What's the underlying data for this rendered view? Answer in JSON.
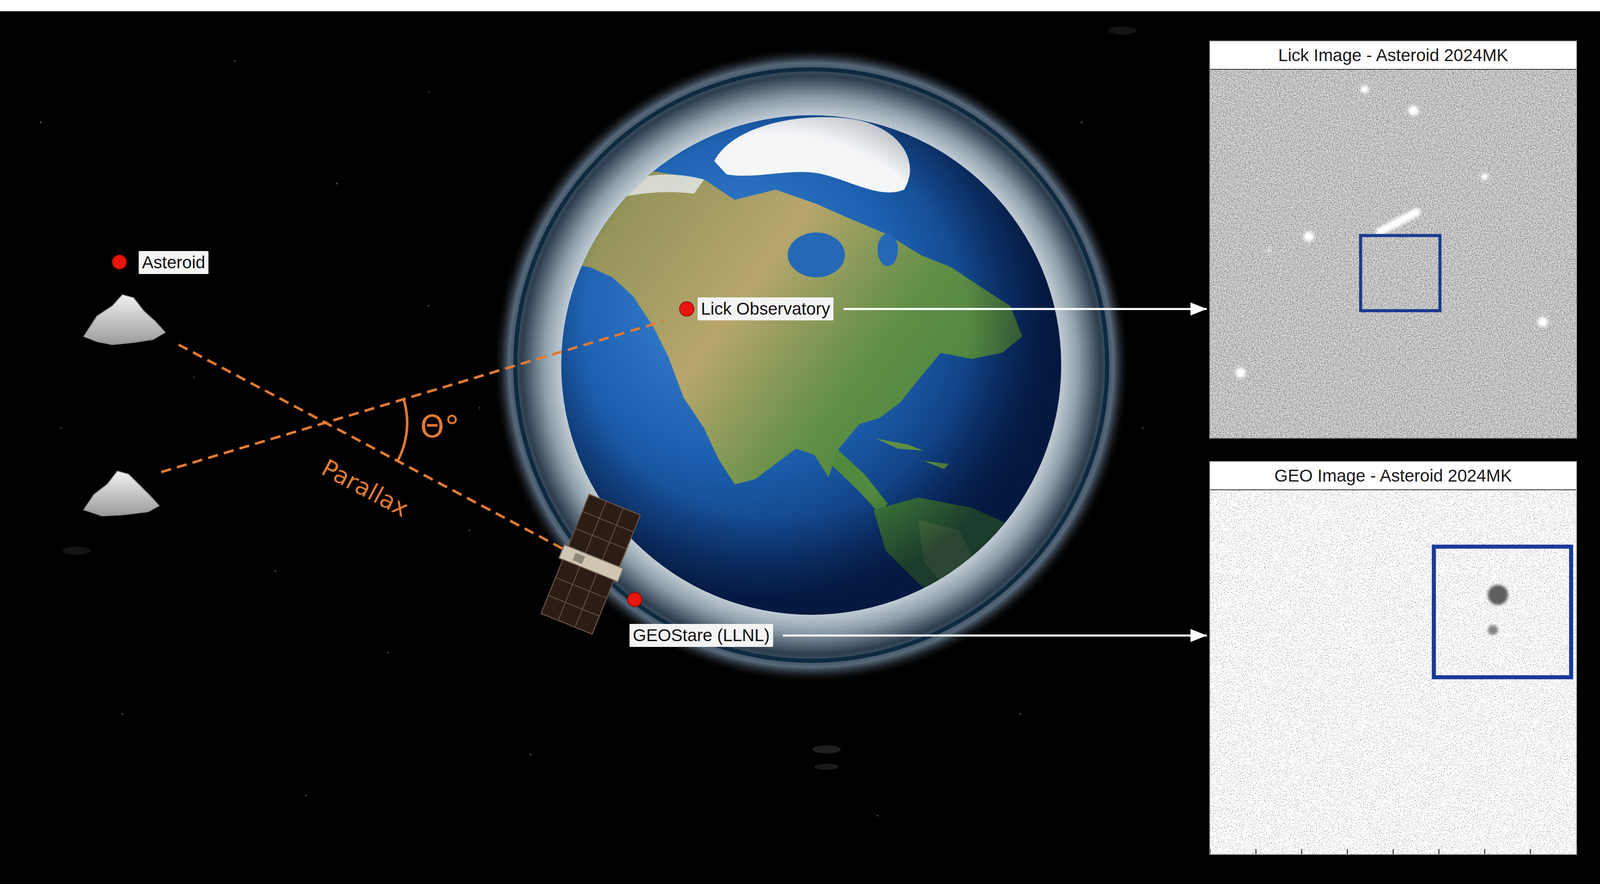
{
  "diagram": {
    "nodes": [
      {
        "text": [
          "Asteroid"
        ]
      },
      {
        "text": [
          "Lick Observatory"
        ]
      },
      {
        "text": [
          "GEOStare (LLNL)"
        ]
      },
      {
        "text": [
          "Lick Image - Asteroid 2024MK"
        ]
      },
      {
        "text": [
          "GEO Image - Asteroid 2024MK"
        ]
      }
    ],
    "edges": [
      {
        "from": 1,
        "to": 3,
        "arrow": "to"
      },
      {
        "from": 2,
        "to": 4,
        "arrow": "to"
      }
    ],
    "labels": [
      "Θ°",
      "Parallax"
    ]
  }
}
